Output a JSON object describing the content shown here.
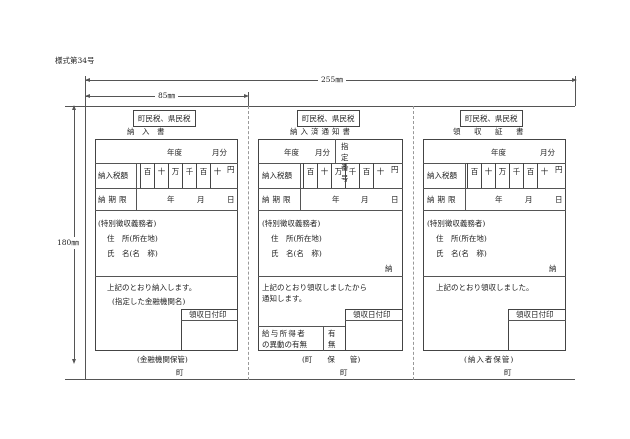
{
  "form_number": "様式第34号",
  "dim_total": "255㎜",
  "dim_first": "85㎜",
  "dim_height": "180㎜",
  "digits": [
    "百",
    "十",
    "万",
    "千",
    "百",
    "十",
    "円"
  ],
  "col1": {
    "header": "町民税、県民税",
    "title": "納　入　書",
    "year_label": "年度",
    "month_label": "月分",
    "amount_label": "納入税額",
    "deadline_label": "納期限",
    "deadline_year": "年",
    "deadline_month": "月",
    "deadline_day": "日",
    "taxpayer_label": "(特別徴収義務者)",
    "address_label": "住　所(所在地)",
    "name_label": "氏　名(名　称)",
    "note1": "上記のとおり納入します。",
    "note2": "(指定した金融機関名)",
    "stamp_label": "領収日付印",
    "keeper": "(金融機関保管)",
    "town": "町"
  },
  "col2": {
    "header": "町民税、県民税",
    "title": "納入済通知書",
    "year_label": "年度",
    "month_label": "月分",
    "designation_label": "指定番号",
    "amount_label": "納入税額",
    "deadline_label": "納期限",
    "deadline_year": "年",
    "deadline_month": "月",
    "deadline_day": "日",
    "taxpayer_label": "(特別徴収義務者)",
    "address_label": "住　所(所在地)",
    "name_label": "氏　名(名　称)",
    "nou": "納",
    "note1": "上記のとおり領収しましたから",
    "note2": "通知します。",
    "stamp_label": "領収日付印",
    "change_label1": "給与所得者",
    "change_label2": "の異動の有無",
    "change_value1": "有",
    "change_value2": "無",
    "keeper": "(町　　保　　管)",
    "town": "町"
  },
  "col3": {
    "header": "町民税、県民税",
    "title": "領　収　証　書",
    "year_label": "年度",
    "month_label": "月分",
    "amount_label": "納入税額",
    "deadline_label": "納期限",
    "deadline_year": "年",
    "deadline_month": "月",
    "deadline_day": "日",
    "taxpayer_label": "(特別徴収義務者)",
    "address_label": "住　所(所在地)",
    "name_label": "氏　名(名　称)",
    "nou": "納",
    "note1": "上記のとおり領収しました。",
    "stamp_label": "領収日付印",
    "keeper": "(納入者保管)",
    "town": "町"
  }
}
